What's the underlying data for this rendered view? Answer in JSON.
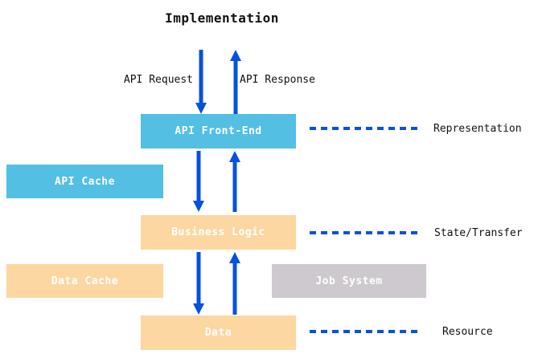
{
  "diagram": {
    "title": "Implementation",
    "flow_labels": {
      "request": "API Request",
      "response": "API Response"
    },
    "boxes": {
      "api_front_end": {
        "label": "API Front-End",
        "color": "#52bfe3"
      },
      "api_cache": {
        "label": "API Cache",
        "color": "#52bfe3"
      },
      "business_logic": {
        "label": "Business Logic",
        "color": "#fcd7a2"
      },
      "data_cache": {
        "label": "Data Cache",
        "color": "#fcd7a2"
      },
      "job_system": {
        "label": "Job System",
        "color": "#cdc9ce"
      },
      "data": {
        "label": "Data",
        "color": "#fcd7a2"
      }
    },
    "layer_labels": {
      "representation": "Representation",
      "state_transfer": "State/Transfer",
      "resource": "Resource"
    },
    "colors": {
      "arrow": "#0552de",
      "label_text": "#111111",
      "box_text": "#ffffff"
    }
  }
}
